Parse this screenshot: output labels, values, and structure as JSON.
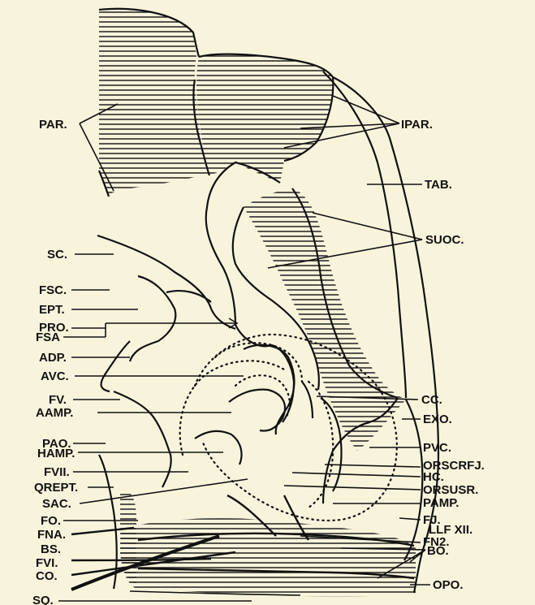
{
  "labels": {
    "par": "PAR.",
    "ipar": "IPAR.",
    "tab": "TAB.",
    "suoc": "SUOC.",
    "sc": "SC.",
    "fsc": "FSC.",
    "ept": "EPT.",
    "pro": "PRO.",
    "fsa": "FSA",
    "adp": "ADP.",
    "avc": "AVC.",
    "fv": "FV.",
    "aamp": "AAMP.",
    "pao": "PAO.",
    "hamp": "HAMP.",
    "fvii": "FVII.",
    "qrept": "QREPT.",
    "sac": "SAC.",
    "fo": "FO.",
    "fna": "FNA.",
    "bs": "BS.",
    "fvi": "FVI.",
    "co": "CO.",
    "sq": "SQ.",
    "cc": "CC.",
    "exo": "EXO.",
    "pvc": "PVC.",
    "orscrfj": "ORSCRFJ.",
    "hc": "HC.",
    "orsusr": "ORSUSR.",
    "pamp": "PAMP.",
    "fj": "FJ.",
    "llfxii": "LLF XII.",
    "fn2": "FN2.",
    "bo": "BO.",
    "opo": "OPO."
  }
}
